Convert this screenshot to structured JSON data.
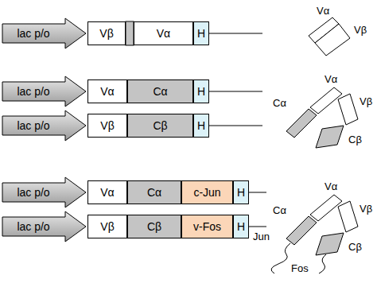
{
  "diagram": {
    "nodes": [
      {
        "text": [
          "lac p/o"
        ]
      },
      {
        "text": [
          "Vβ"
        ]
      },
      {
        "text": [
          "Vα"
        ]
      },
      {
        "text": [
          "H"
        ]
      },
      {
        "text": [
          "lac p/o"
        ]
      },
      {
        "text": [
          "Vα"
        ]
      },
      {
        "text": [
          "Cα"
        ]
      },
      {
        "text": [
          "H"
        ]
      },
      {
        "text": [
          "lac p/o"
        ]
      },
      {
        "text": [
          "Vβ"
        ]
      },
      {
        "text": [
          "Cβ"
        ]
      },
      {
        "text": [
          "H"
        ]
      },
      {
        "text": [
          "lac p/o"
        ]
      },
      {
        "text": [
          "Vα"
        ]
      },
      {
        "text": [
          "Cα"
        ]
      },
      {
        "text": [
          "c-Jun"
        ]
      },
      {
        "text": [
          "H"
        ]
      },
      {
        "text": [
          "lac p/o"
        ]
      },
      {
        "text": [
          "Vβ"
        ]
      },
      {
        "text": [
          "Cβ"
        ]
      },
      {
        "text": [
          "v-Fos"
        ]
      },
      {
        "text": [
          "H"
        ]
      }
    ],
    "labels": [
      "Vα",
      "Vβ",
      "Vα",
      "Cα",
      "Vβ",
      "Cβ",
      "Vα",
      "Cα",
      "Vβ",
      "Jun",
      "Cβ",
      "Fos"
    ]
  }
}
